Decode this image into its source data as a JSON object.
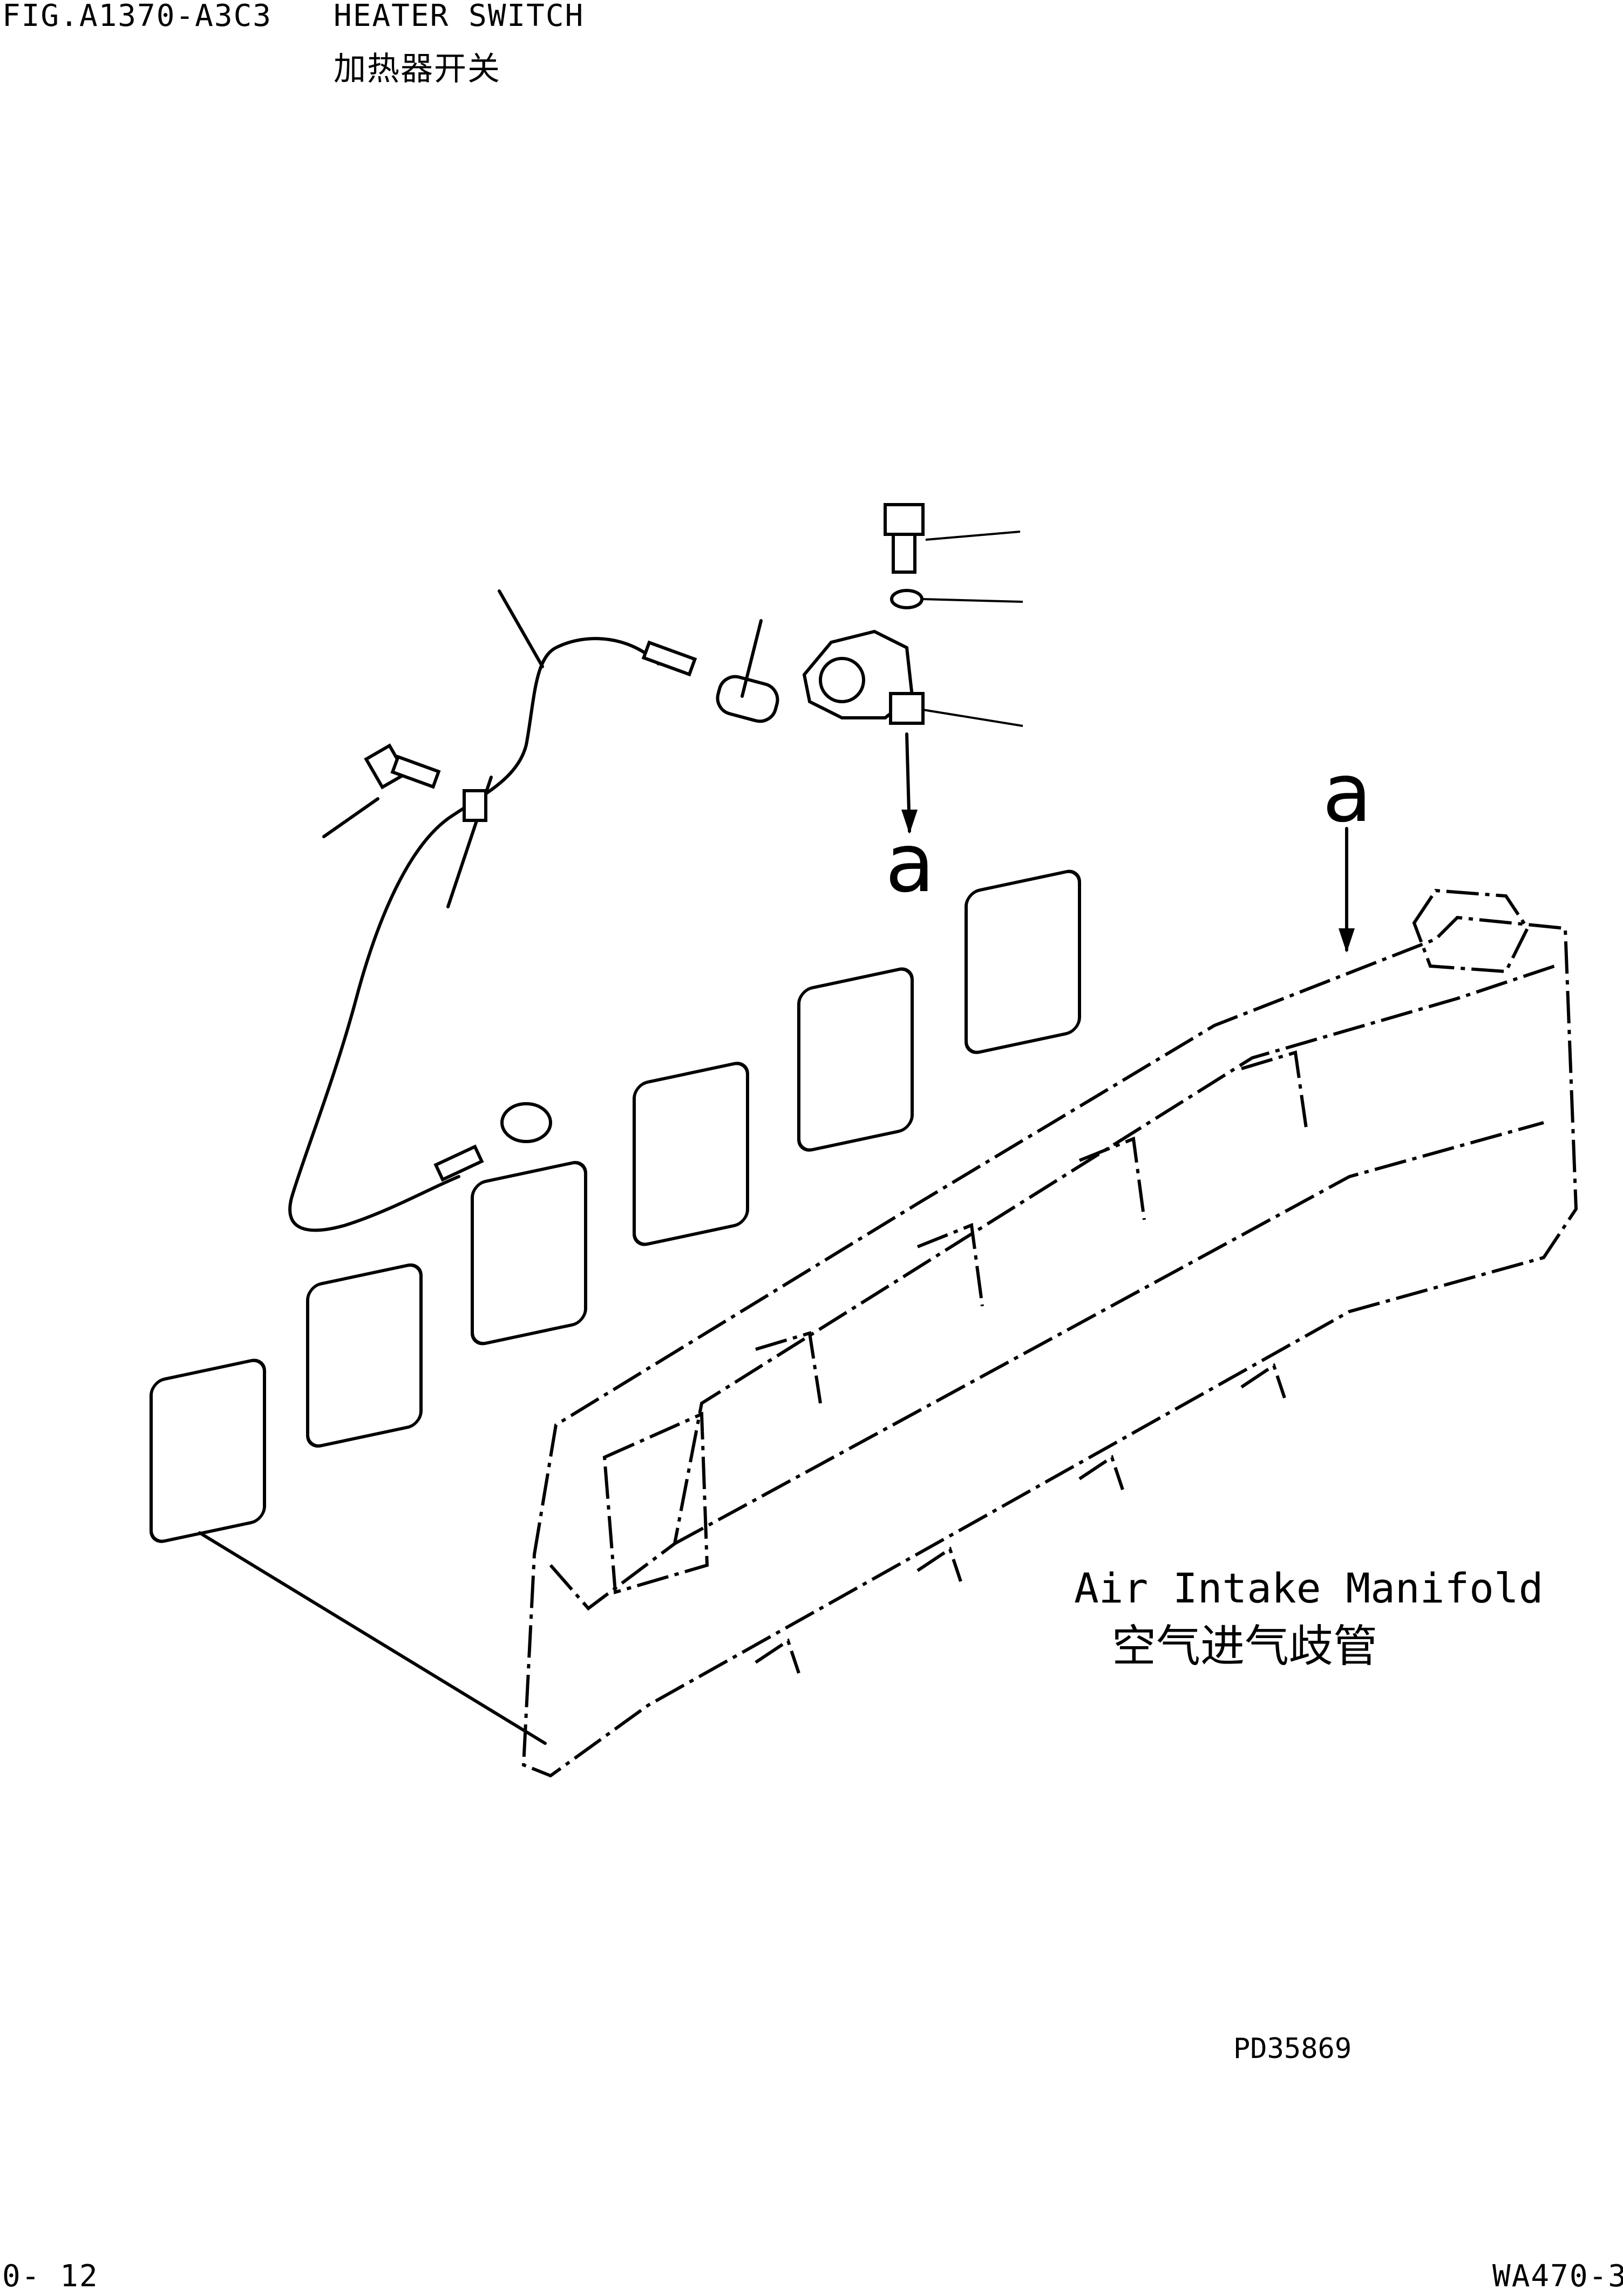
{
  "header": {
    "fig_number": "FIG.A1370-A3C3",
    "title_en": "HEATER SWITCH",
    "title_cn": "加热器开关"
  },
  "callouts": {
    "detail_top": "a",
    "detail_manifold": "a"
  },
  "manifold_label": {
    "en": "Air Intake Manifold",
    "cn": "空气进气歧管"
  },
  "drawing_code": "PD35869",
  "footer": {
    "page": "0- 12",
    "model": "WA470-3"
  }
}
